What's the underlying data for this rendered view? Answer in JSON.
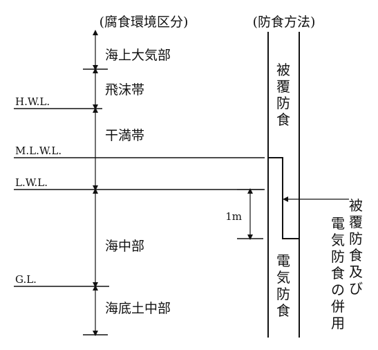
{
  "headers": {
    "zone": "(腐食環境区分)",
    "method": "(防食方法)"
  },
  "zones": {
    "sea_air": "海上大気部",
    "splash": "飛沫帯",
    "tidal": "干満帯",
    "submerged": "海中部",
    "buried": "海底土中部"
  },
  "levels": {
    "hwl": "H.W.L.",
    "mlwl": "M.L.W.L.",
    "lwl": "L.W.L.",
    "gl": "G.L."
  },
  "methods": {
    "coating": [
      "被",
      "覆",
      "防",
      "食"
    ],
    "cathodic": [
      "電",
      "気",
      "防",
      "食"
    ],
    "combined_col1": [
      "被",
      "覆",
      "防",
      "食",
      "及",
      "び"
    ],
    "combined_col2": [
      "電",
      "気",
      "防",
      "食",
      "の",
      "併",
      "用"
    ]
  },
  "dimension": {
    "label": "1m"
  }
}
